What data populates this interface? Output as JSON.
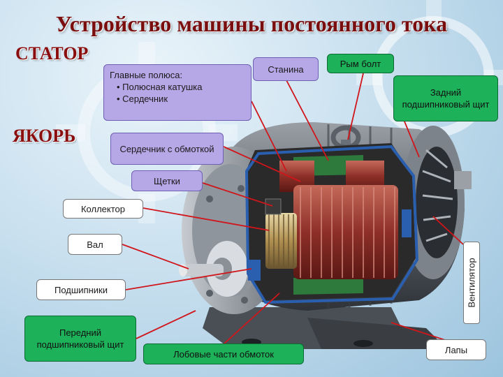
{
  "title": "Устройство машины постоянного тока",
  "sections": {
    "stator": "СТАТОР",
    "armature": "ЯКОРЬ"
  },
  "labels": {
    "main_poles": {
      "heading": "Главные полюса:",
      "items": [
        "Полюсная катушка",
        "Сердечник"
      ]
    },
    "frame": "Станина",
    "eye_bolt": "Рым болт",
    "rear_shield": "Задний подшипниковый щит",
    "core_winding": "Сердечник с обмоткой",
    "brushes": "Щетки",
    "commutator": "Коллектор",
    "shaft": "Вал",
    "fan": "Вентилятор",
    "bearings": "Подшипники",
    "front_shield": "Передний подшипниковый щит",
    "end_windings": "Лобовые части обмоток",
    "feet": "Лапы"
  },
  "colors": {
    "title": "#7a0e0e",
    "label_purple": "#b6a8e6",
    "label_green": "#1db15a",
    "leader": "#d0151b"
  }
}
